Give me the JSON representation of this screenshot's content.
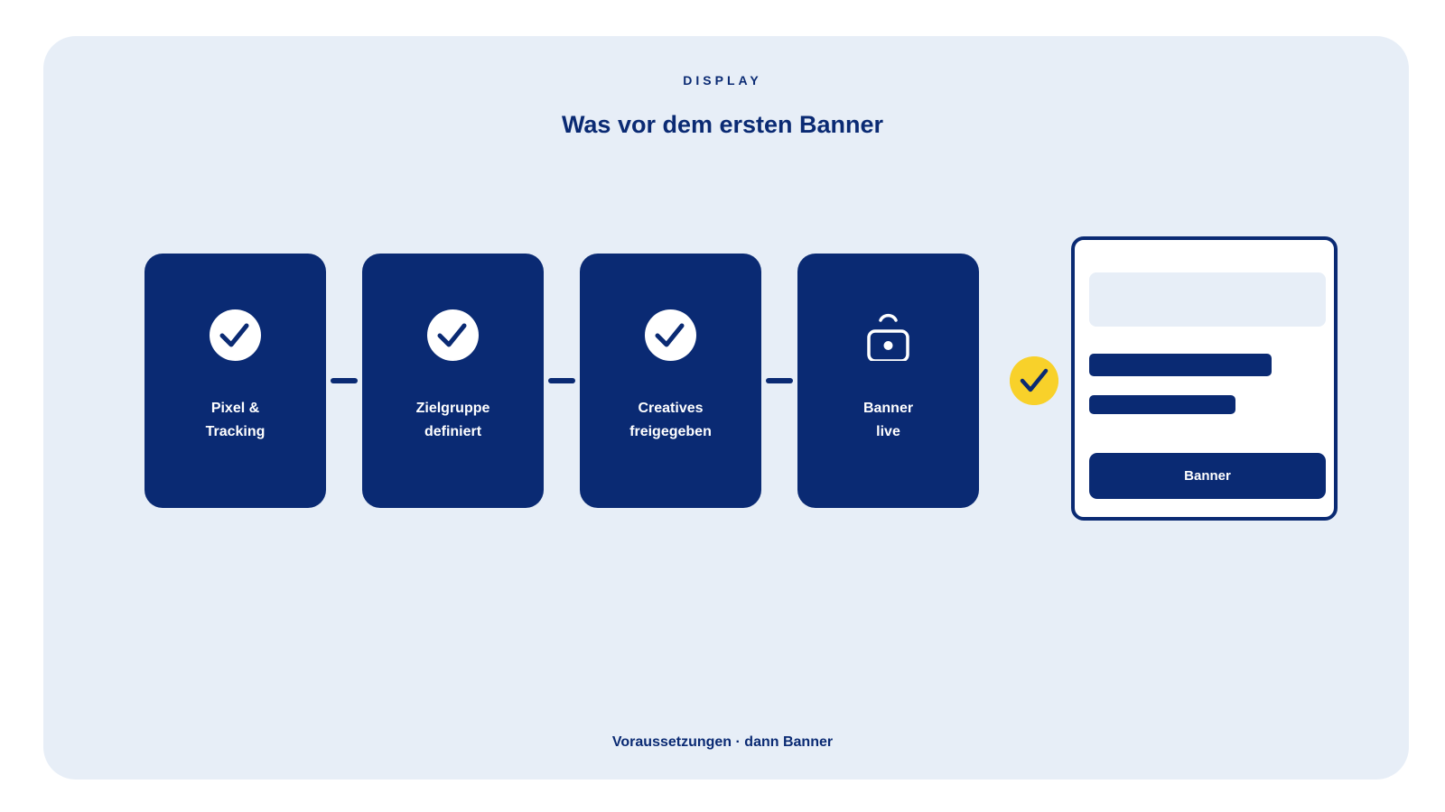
{
  "eyebrow": "DISPLAY",
  "title": "Was vor dem ersten Banner",
  "steps": [
    {
      "line1": "Pixel &",
      "line2": "Tracking",
      "icon": "check-circle-icon",
      "status": "done"
    },
    {
      "line1": "Zielgruppe",
      "line2": "definiert",
      "icon": "check-circle-icon",
      "status": "done"
    },
    {
      "line1": "Creatives",
      "line2": "freigegeben",
      "icon": "check-circle-icon",
      "status": "done"
    },
    {
      "line1": "Banner",
      "line2": "live",
      "icon": "unlocked-padlock-icon",
      "status": "unlocked"
    }
  ],
  "result_badge_icon": "check-icon",
  "banner_preview": {
    "button_label": "Banner"
  },
  "footer": "Voraussetzungen · dann Banner",
  "colors": {
    "navy": "#0a2a73",
    "panel_background": "#e7eef7",
    "accent_yellow": "#f8d12a",
    "white": "#ffffff"
  }
}
